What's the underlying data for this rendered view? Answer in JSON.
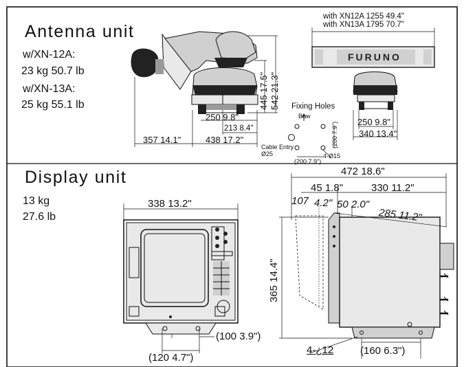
{
  "antenna": {
    "heading": "Antenna unit",
    "weights": [
      {
        "model": "w/XN-12A:",
        "mass": "23 kg  50.7 lb"
      },
      {
        "model": "w/XN-13A:",
        "mass": "25 kg  55.1 lb"
      }
    ],
    "dims": {
      "with_xn12a": "with XN12A  1255  49.4\"",
      "with_xn13a": "with XN13A  1795  70.7\"",
      "height_445": "445  17.5\"",
      "height_542": "542  21.3\"",
      "d250": "250  9.8\"",
      "d213": "213  8.4\"",
      "d357": "357  14.1\"",
      "d438": "438  17.2\"",
      "rear_250": "250  9.8\"",
      "rear_340": "340  13.4\""
    },
    "brand": "FURUNO",
    "fixing": {
      "title": "Fixing Holes",
      "bow": "Bow",
      "side_200": "(200  7.9\")",
      "bottom_200": "(200  7.9\")",
      "holes": "4-Ø15",
      "cable_entry": "Cable Entry",
      "cable_entry_dia": "Ø25"
    }
  },
  "display": {
    "heading": "Display unit",
    "weight_kg": "13 kg",
    "weight_lb": "27.6 lb",
    "dims": {
      "front_width": "338  13.2\"",
      "d100": "(100  3.9\")",
      "d120": "(120  4.7\")",
      "d472": "472  18.6\"",
      "d45": "45  1.8\"",
      "d330": "330  11.2\"",
      "d107": "107",
      "d42": "4.2\"",
      "d50": "50  2.0\"",
      "d285": "285  11.2\"",
      "height_365": "365  14.4\"",
      "d160": "(160  6.3\")",
      "mount_holes": "4-¿12"
    }
  }
}
